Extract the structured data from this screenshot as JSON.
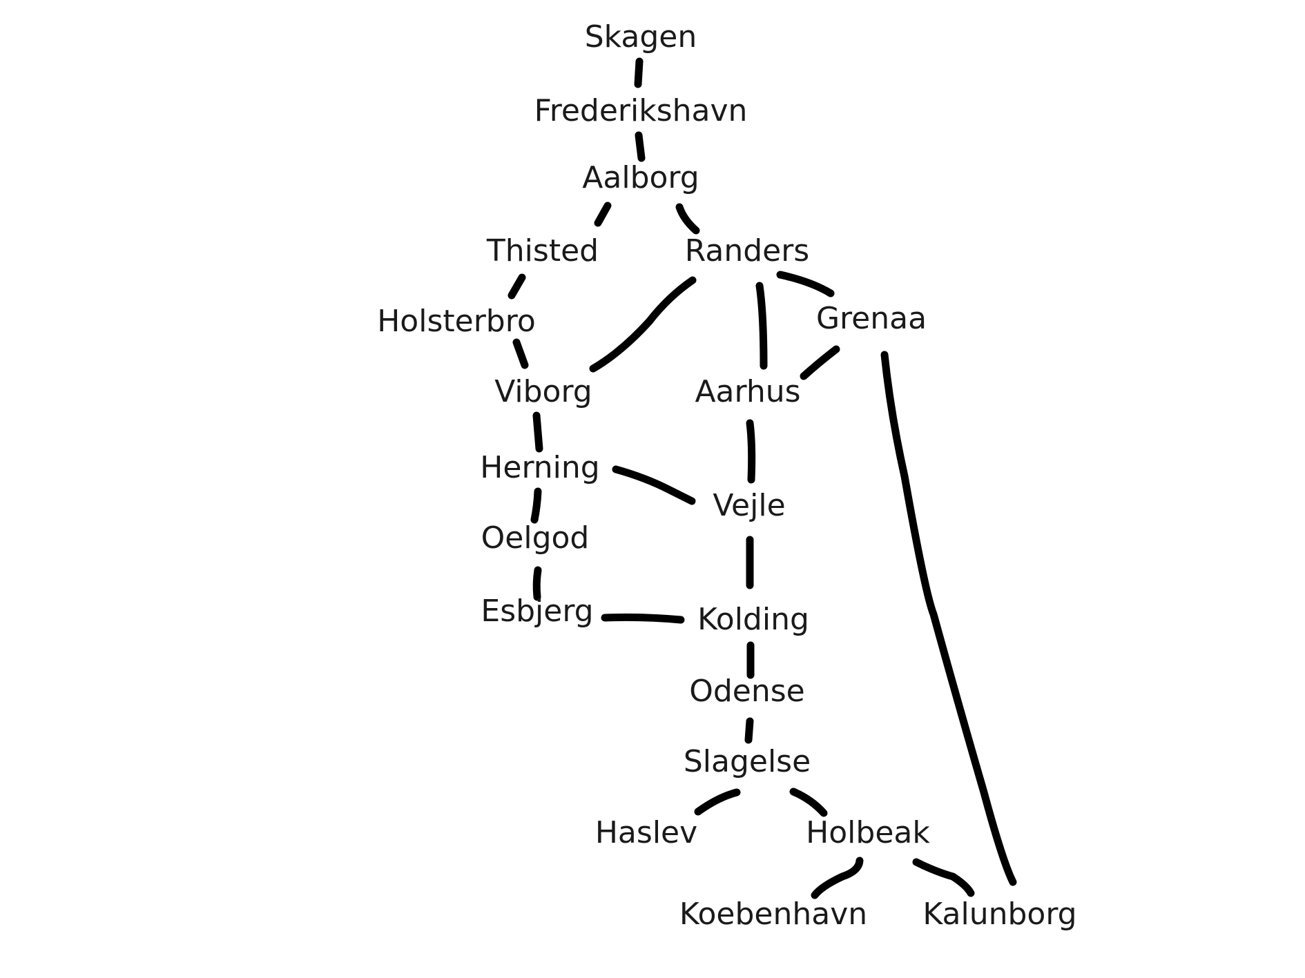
{
  "diagram": {
    "type": "graph",
    "edge_color": "#000000",
    "text_color": "#1a1a1a",
    "nodes": [
      {
        "id": "skagen",
        "label": "Skagen"
      },
      {
        "id": "frederikshavn",
        "label": "Frederikshavn"
      },
      {
        "id": "aalborg",
        "label": "Aalborg"
      },
      {
        "id": "thisted",
        "label": "Thisted"
      },
      {
        "id": "randers",
        "label": "Randers"
      },
      {
        "id": "holsterbro",
        "label": "Holsterbro"
      },
      {
        "id": "grenaa",
        "label": "Grenaa"
      },
      {
        "id": "viborg",
        "label": "Viborg"
      },
      {
        "id": "aarhus",
        "label": "Aarhus"
      },
      {
        "id": "herning",
        "label": "Herning"
      },
      {
        "id": "vejle",
        "label": "Vejle"
      },
      {
        "id": "oelgod",
        "label": "Oelgod"
      },
      {
        "id": "esbjerg",
        "label": "Esbjerg"
      },
      {
        "id": "kolding",
        "label": "Kolding"
      },
      {
        "id": "odense",
        "label": "Odense"
      },
      {
        "id": "slagelse",
        "label": "Slagelse"
      },
      {
        "id": "haslev",
        "label": "Haslev"
      },
      {
        "id": "holbeak",
        "label": "Holbeak"
      },
      {
        "id": "koebenhavn",
        "label": "Koebenhavn"
      },
      {
        "id": "kalunborg",
        "label": "Kalunborg"
      }
    ],
    "edges": [
      [
        "skagen",
        "frederikshavn"
      ],
      [
        "frederikshavn",
        "aalborg"
      ],
      [
        "aalborg",
        "thisted"
      ],
      [
        "aalborg",
        "randers"
      ],
      [
        "thisted",
        "holsterbro"
      ],
      [
        "holsterbro",
        "viborg"
      ],
      [
        "randers",
        "viborg"
      ],
      [
        "randers",
        "aarhus"
      ],
      [
        "randers",
        "grenaa"
      ],
      [
        "grenaa",
        "aarhus"
      ],
      [
        "grenaa",
        "kalunborg"
      ],
      [
        "viborg",
        "herning"
      ],
      [
        "aarhus",
        "vejle"
      ],
      [
        "herning",
        "vejle"
      ],
      [
        "herning",
        "oelgod"
      ],
      [
        "oelgod",
        "esbjerg"
      ],
      [
        "vejle",
        "kolding"
      ],
      [
        "esbjerg",
        "kolding"
      ],
      [
        "kolding",
        "odense"
      ],
      [
        "odense",
        "slagelse"
      ],
      [
        "slagelse",
        "haslev"
      ],
      [
        "slagelse",
        "holbeak"
      ],
      [
        "holbeak",
        "koebenhavn"
      ],
      [
        "holbeak",
        "kalunborg"
      ]
    ]
  }
}
